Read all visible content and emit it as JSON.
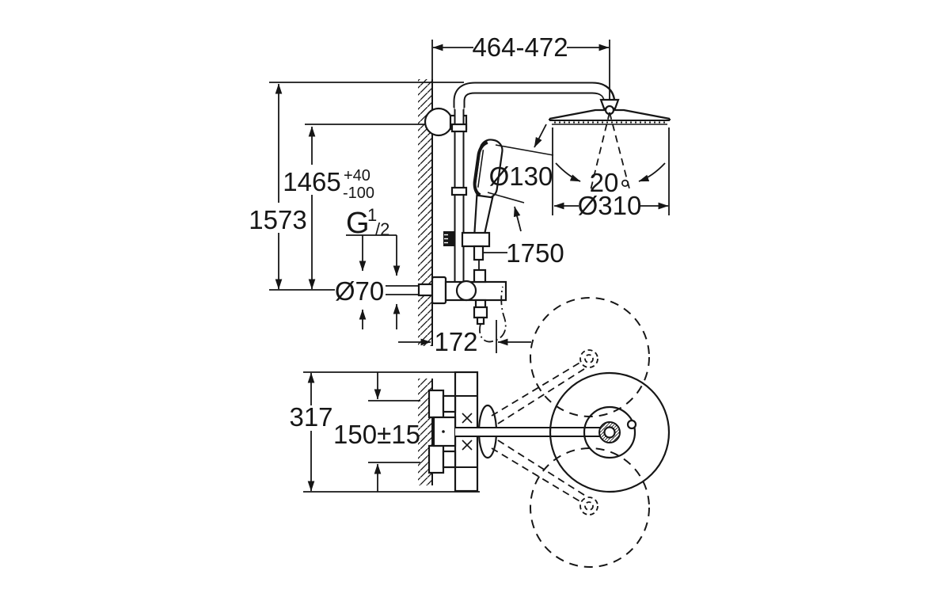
{
  "drawing": {
    "type": "technical-dimension-drawing",
    "subject": "wall-mounted shower system with overhead shower, hand shower and exposed thermostat valve (front view and plan view)",
    "background_color": "#ffffff",
    "line_color": "#161616",
    "dims": {
      "arm_reach": "464-472",
      "total_height": "1573",
      "head_height": "1465",
      "head_height_tol_plus": "+40",
      "head_height_tol_minus": "-100",
      "thread_letter": "G",
      "thread_numerator": "1",
      "thread_denominator": "/2",
      "escutcheon_diameter": "Ø70",
      "hand_shower_diameter": "Ø130",
      "hose_length": "1750",
      "swivel_angle": "20",
      "degree_symbol": "°",
      "head_diameter": "Ø310",
      "wall_to_front": "172",
      "plan_total_height": "317",
      "supply_spacing": "150±15"
    }
  }
}
